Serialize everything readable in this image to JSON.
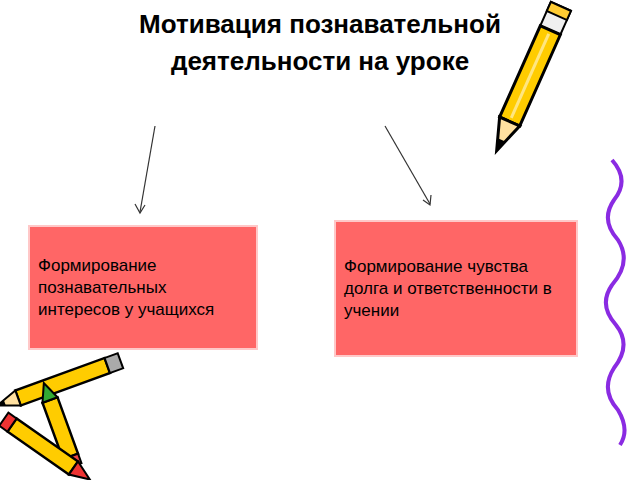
{
  "diagram": {
    "title": "Мотивация познавательной деятельности на уроке",
    "nodes": [
      {
        "text": [
          "Формирование познавательных интересов у учащихся"
        ]
      },
      {
        "text": [
          "Формирование чувства долга и ответственности в учении"
        ]
      }
    ]
  }
}
